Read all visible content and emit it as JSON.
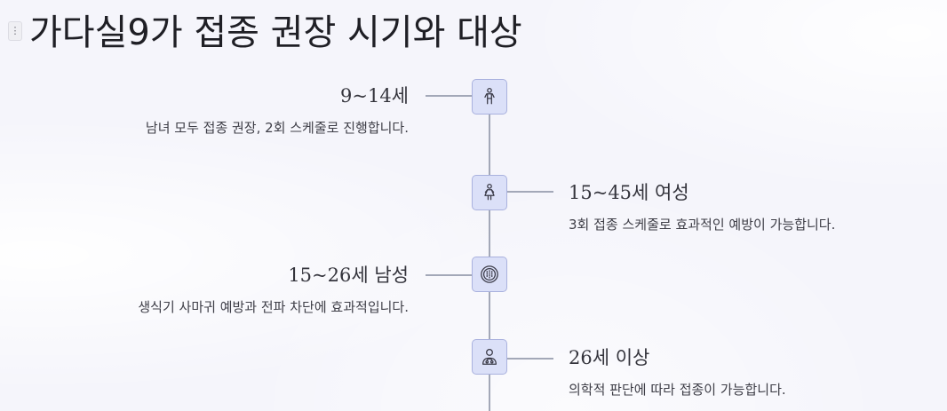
{
  "page": {
    "title": "가다실9가 접종 권장 시기와 대상",
    "handle_glyph": "⋮",
    "handle_icon": "drag-handle-icon"
  },
  "colors": {
    "background": "#f5f5fb",
    "title": "#1f1f25",
    "heading": "#34343c",
    "description": "#3e3e47",
    "timeline_line": "#a3a8b8",
    "icon_box_fill": "#dbe0f8",
    "icon_box_border": "#a9b1de",
    "icon_stroke": "#3b3b48"
  },
  "timeline": {
    "items": [
      {
        "heading": "9~14세",
        "description": "남녀 모두 접종 권장, 2회 스케줄로 진행합니다.",
        "icon": "child-icon"
      },
      {
        "heading": "15~45세 여성",
        "description": "3회 접종 스케줄로 효과적인 예방이 가능합니다.",
        "icon": "woman-icon"
      },
      {
        "heading": "15~26세 남성",
        "description": "생식기 사마귀 예방과 전파 차단에 효과적입니다.",
        "icon": "cell-circle-icon"
      },
      {
        "heading": "26세 이상",
        "description": "의학적 판단에 따라 접종이 가능합니다.",
        "icon": "doctor-icon"
      }
    ]
  }
}
